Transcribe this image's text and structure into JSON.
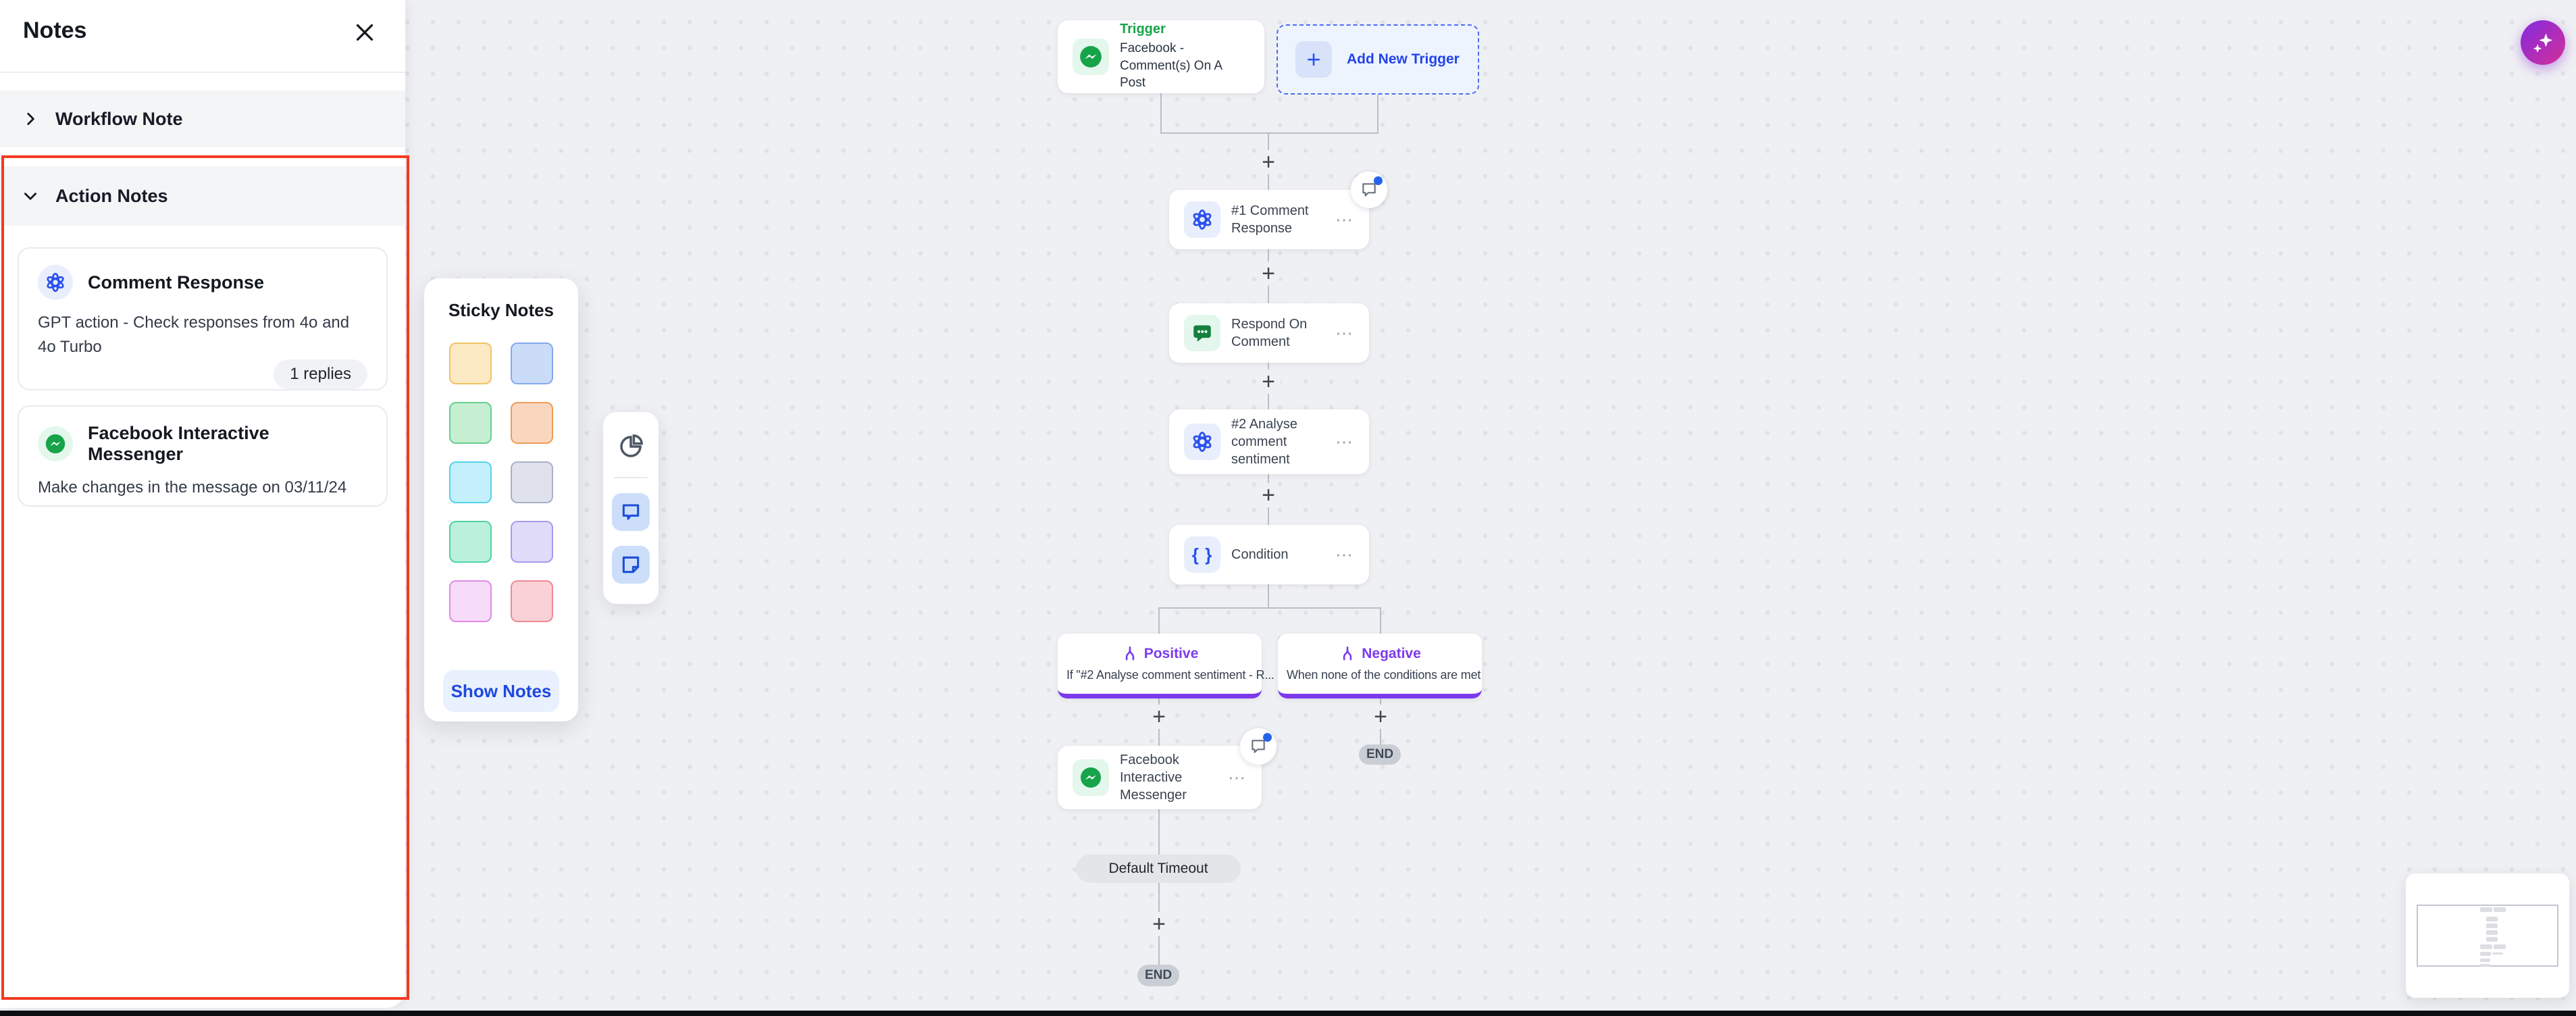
{
  "notes_panel": {
    "title": "Notes",
    "sections": {
      "workflow": "Workflow Note",
      "actions": "Action Notes"
    },
    "cards": [
      {
        "title": "Comment Response",
        "icon": "openai",
        "body": "GPT action - Check responses from 4o and 4o Turbo",
        "replies_badge": "1 replies"
      },
      {
        "title": "Facebook Interactive Messenger",
        "icon": "messenger",
        "body": "Make changes in the message on 03/11/24"
      }
    ]
  },
  "sticky_panel": {
    "title": "Sticky Notes",
    "show_button": "Show Notes",
    "colors": [
      {
        "name": "yellow",
        "style": "background:#FBEAC3;border-color:#EFC364"
      },
      {
        "name": "blue",
        "style": "background:#CBDCF9;border-color:#84A9EE"
      },
      {
        "name": "green",
        "style": "background:#C6EFD2;border-color:#67CE8E"
      },
      {
        "name": "peach",
        "style": "background:#F9D7BF;border-color:#EE9C59"
      },
      {
        "name": "cyan",
        "style": "background:#C3F0FA;border-color:#55D3EE"
      },
      {
        "name": "gray",
        "style": "background:#DFE2ED;border-color:#A8B0C6"
      },
      {
        "name": "mint",
        "style": "background:#BBF1DB;border-color:#4ED2A4"
      },
      {
        "name": "lavender",
        "style": "background:#E0DCF9;border-color:#A79AEE"
      },
      {
        "name": "pink",
        "style": "background:#F7DCF9;border-color:#DF8AE4"
      },
      {
        "name": "rose",
        "style": "background:#F9D1D6;border-color:#EE8B95"
      }
    ]
  },
  "canvas": {
    "trigger": {
      "label": "Trigger",
      "title": "Facebook - Comment(s) On A Post"
    },
    "add_trigger_label": "Add New Trigger",
    "nodes": {
      "n1": "#1 Comment Response",
      "n2": "Respond On Comment",
      "n3": "#2 Analyse comment sentiment",
      "n4": "Condition"
    },
    "branches": {
      "positive": {
        "label": "Positive",
        "description": "If \"#2 Analyse comment sentiment - R..."
      },
      "negative": {
        "label": "Negative",
        "description": "When none of the conditions are met"
      }
    },
    "action_node_title": "Facebook Interactive Messenger",
    "timeout_label": "Default Timeout",
    "end_label": "END"
  },
  "glyphs": {
    "plus": "+",
    "ellipsis": "⋯",
    "braces": "{ }"
  },
  "theme": {
    "accent_blue": "#2B50F0",
    "green": "#17A34A",
    "purple": "#7C3AED",
    "highlight_red": "#F23A21"
  }
}
